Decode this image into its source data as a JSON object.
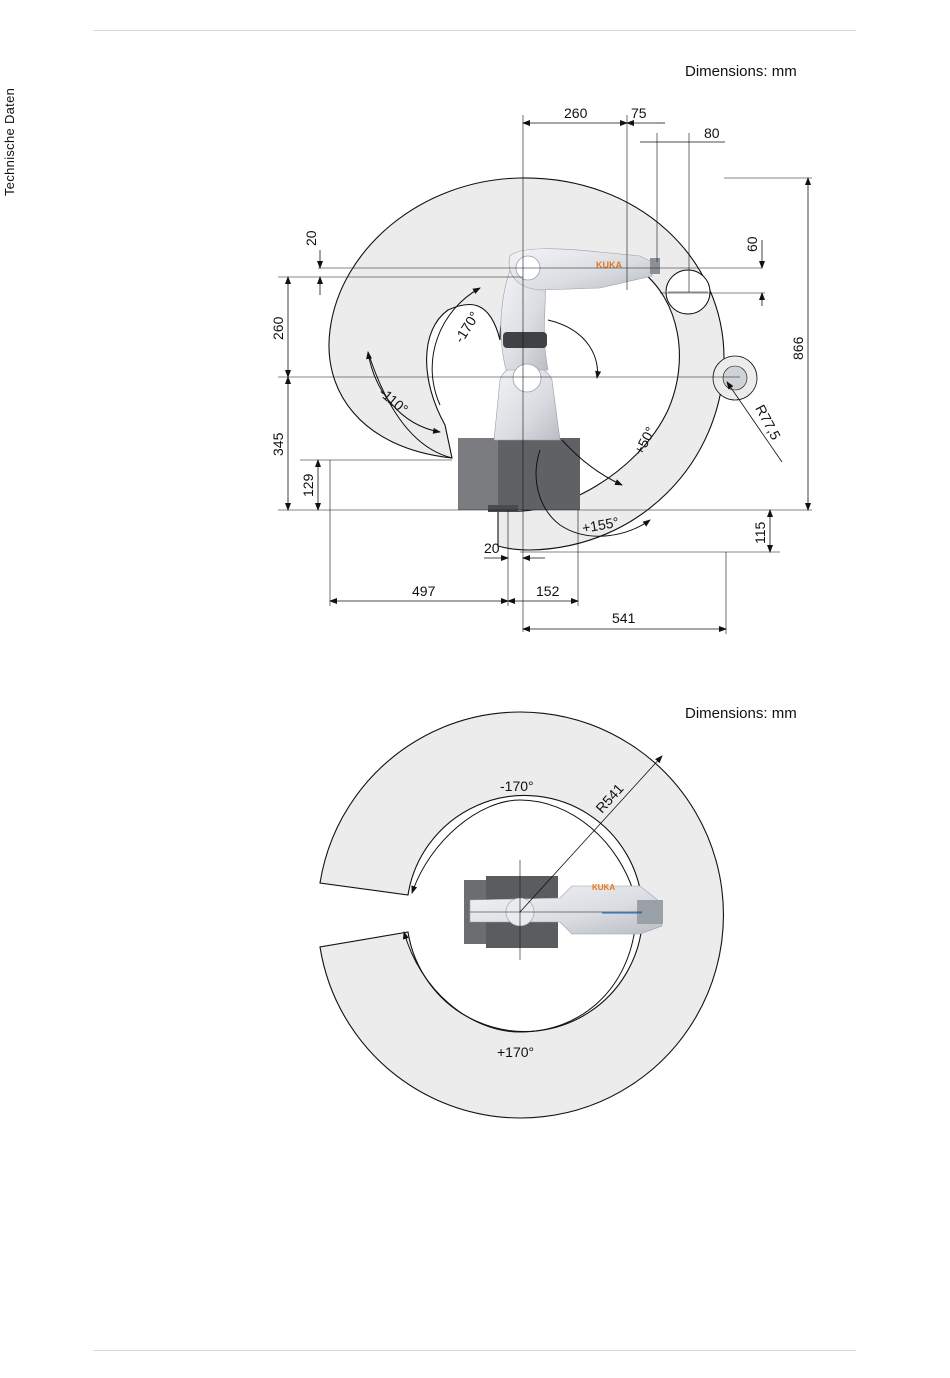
{
  "page": {
    "side_label": "Technische Daten"
  },
  "side_view": {
    "units_label": "Dimensions: mm",
    "dimensions": {
      "d260_top": "260",
      "d75": "75",
      "d80": "80",
      "d20_left": "20",
      "d60": "60",
      "d866": "866",
      "d260_left": "260",
      "d345": "345",
      "d129": "129",
      "d20_bottom": "20",
      "d115": "115",
      "d497": "497",
      "d152": "152",
      "d541": "541",
      "r77_5": "R77,5"
    },
    "angles": {
      "a_minus_170": "-170°",
      "a_minus_110": "-110°",
      "a_plus_50": "+50°",
      "a_plus_155": "+155°"
    },
    "brand": "KUKA"
  },
  "top_view": {
    "units_label": "Dimensions: mm",
    "angle_minus_170": "-170°",
    "angle_plus_170": "+170°",
    "radius_label": "R541",
    "brand": "KUKA"
  },
  "colors": {
    "envelope_fill": "#ececec",
    "robot_body": "#e2e4e8",
    "base_dark": "#5f6165",
    "brand_orange": "#e8771b"
  }
}
